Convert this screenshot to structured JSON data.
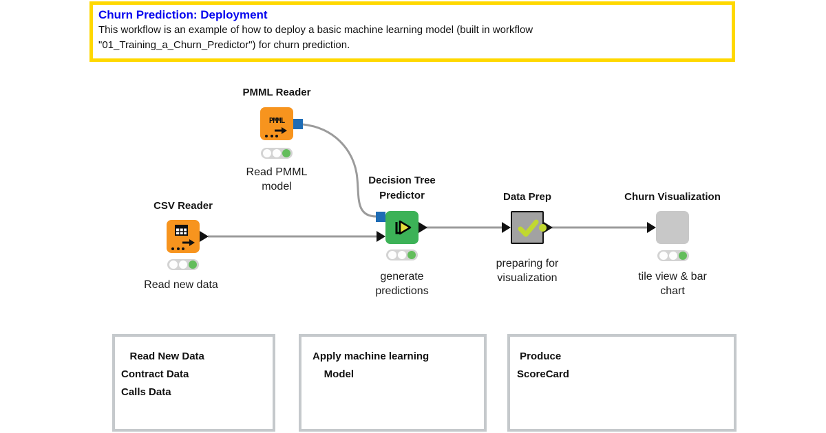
{
  "header": {
    "title": "Churn Prediction: Deployment",
    "line1": "This workflow is an example of how to deploy a basic machine learning model (built in workflow",
    "line2": "\"01_Training_a_Churn_Predictor\") for churn prediction."
  },
  "nodes": {
    "pmml": {
      "label": "PMML Reader",
      "sublabel": "Read PMML model",
      "icon_text": "PMML",
      "status": "executed"
    },
    "csv": {
      "label": "CSV Reader",
      "sublabel": "Read new data",
      "status": "executed"
    },
    "predictor": {
      "label": "Decision Tree Predictor",
      "sublabel": "generate predictions",
      "status": "executed"
    },
    "dataprep": {
      "label": "Data Prep",
      "sublabel": "preparing for visualization"
    },
    "viz": {
      "label": "Churn Visualization",
      "sublabel": "tile view & bar chart",
      "status": "executed"
    }
  },
  "connections": [
    {
      "from": "pmml-reader",
      "to": "decision-tree-predictor"
    },
    {
      "from": "csv-reader",
      "to": "decision-tree-predictor"
    },
    {
      "from": "decision-tree-predictor",
      "to": "data-prep"
    },
    {
      "from": "data-prep",
      "to": "churn-visualization"
    }
  ],
  "notes": {
    "box1": {
      "line1": "   Read New Data",
      "line2": "Contract Data",
      "line3": "Calls Data"
    },
    "box2": {
      "line1": "Apply machine learning",
      "line2": "    Model"
    },
    "box3": {
      "line1": " Produce",
      "line2": "ScoreCard"
    }
  },
  "colors": {
    "annotation_border": "#FFD800",
    "annotation_title": "#0505EE",
    "node_orange": "#F7941E",
    "node_green": "#3CB257",
    "component_gray": "#A2A2A2",
    "viz_gray": "#C8C8C8",
    "port_blue": "#1E6CB5",
    "wire_gray": "#9B9B9B",
    "traffic_green": "#63BD5C",
    "check_green": "#C1D830",
    "note_border_gray": "#C5C9CC"
  }
}
